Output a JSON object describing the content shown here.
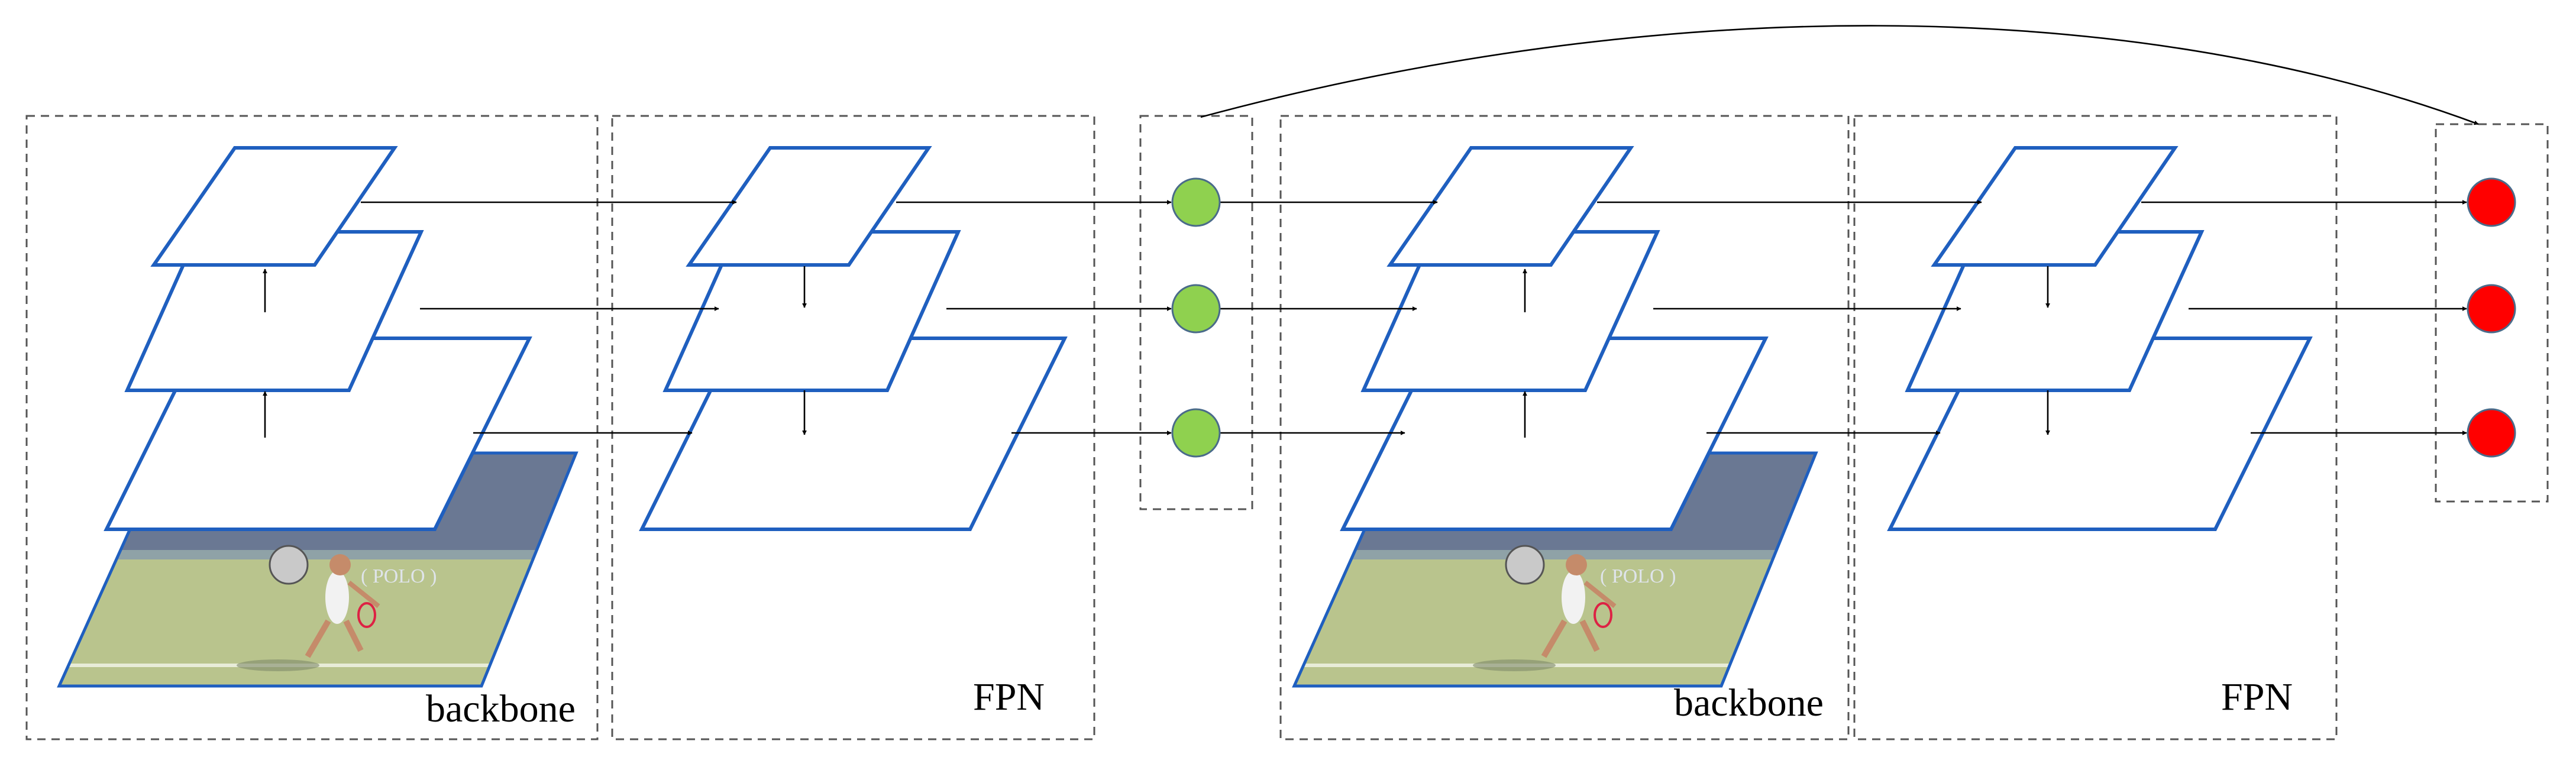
{
  "labels": {
    "backbone_1": "backbone",
    "fpn_1": "FPN",
    "backbone_2": "backbone",
    "fpn_2": "FPN"
  },
  "colors": {
    "layer_stroke": "#1f5fbf",
    "green_node": "#8fd14f",
    "red_node": "#ff0000",
    "court_blue": "#6f7f9a",
    "court_green": "#b7c28f"
  },
  "icons": {
    "image": "tennis-player-photo-icon"
  }
}
